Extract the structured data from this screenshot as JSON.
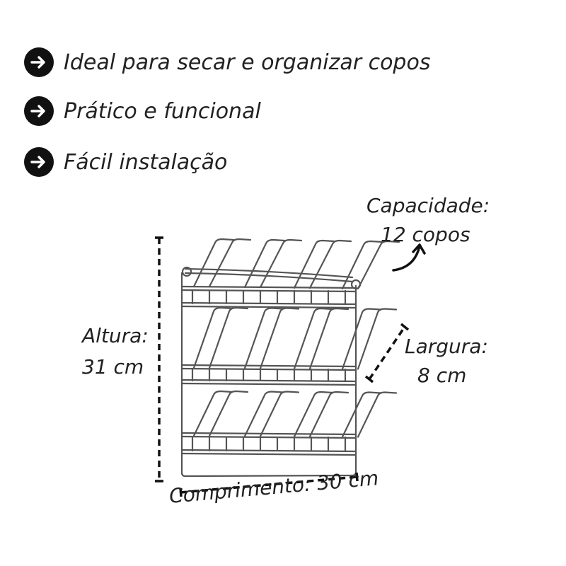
{
  "features": [
    {
      "text": "Ideal para secar e organizar copos",
      "icon": "arrow-right-icon"
    },
    {
      "text": "Prático e funcional",
      "icon": "arrow-right-icon"
    },
    {
      "text": "Fácil instalação",
      "icon": "arrow-right-icon"
    }
  ],
  "dimensions": {
    "capacity_title": "Capacidade:",
    "capacity_value": "12 copos",
    "height_title": "Altura:",
    "height_value": "31 cm",
    "width_title": "Largura:",
    "width_value": "8 cm",
    "length": "Comprimento: 30 cm"
  },
  "colors": {
    "bullet": "#111111",
    "text": "#222222",
    "wire": "#555555",
    "dimension_line": "#111111"
  }
}
